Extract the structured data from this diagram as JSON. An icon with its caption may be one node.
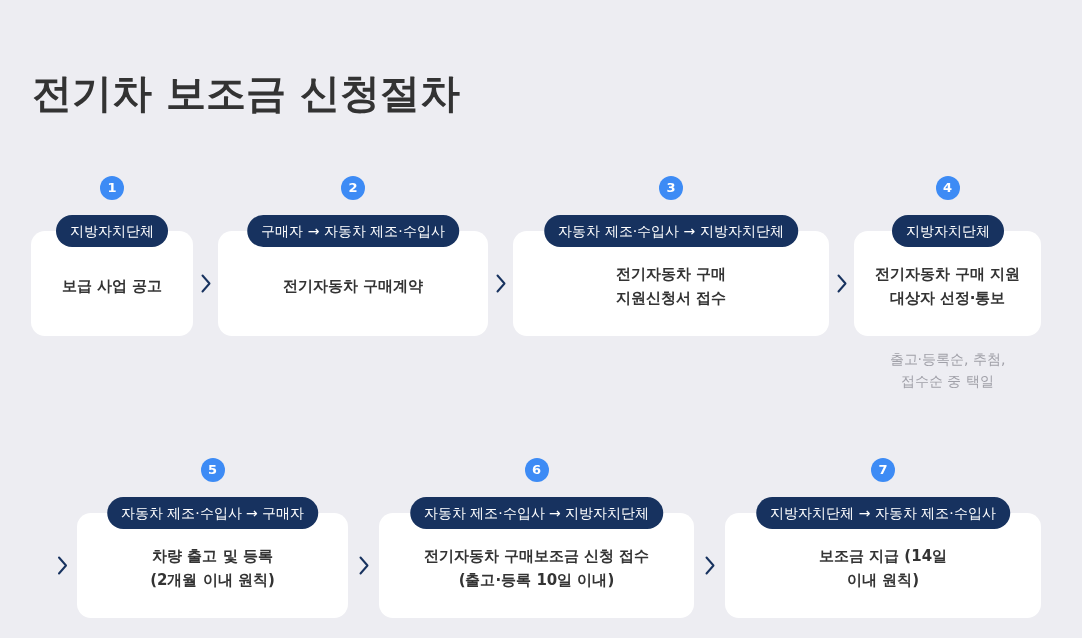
{
  "diagram": {
    "title": "전기차 보조금 신청절차",
    "nodes": [
      {
        "text": [
          "1",
          "지방자치단체",
          "보급 사업 공고"
        ]
      },
      {
        "text": [
          "2",
          "구매자 → 자동차 제조·수입사",
          "전기자동차 구매계약"
        ]
      },
      {
        "text": [
          "3",
          "자동차 제조·수입사 → 지방자치단체",
          "전기자동차 구매 지원신청서 접수"
        ]
      },
      {
        "text": [
          "4",
          "지방자치단체",
          "전기자동차 구매 지원 대상자 선정·통보"
        ],
        "beside": [
          "출고·등록순, 추첨, 접수순 중 택일"
        ]
      },
      {
        "text": [
          "5",
          "자동차 제조·수입사 → 구매자",
          "차량 출고 및 등록 (2개월 이내 원칙)"
        ]
      },
      {
        "text": [
          "6",
          "자동차 제조·수입사 → 지방자치단체",
          "전기자동차 구매보조금 신청 접수 (출고·등록 10일 이내)"
        ]
      },
      {
        "text": [
          "7",
          "지방자치단체 → 자동차 제조·수입사",
          "보조금 지급 (14일 이내 원칙)"
        ]
      }
    ],
    "edges": [
      {
        "from": 0,
        "to": 1,
        "arrow": "to"
      },
      {
        "from": 1,
        "to": 2,
        "arrow": "to"
      },
      {
        "from": 2,
        "to": 3,
        "arrow": "to"
      },
      {
        "from": null,
        "to": 4,
        "arrow": "to"
      },
      {
        "from": 4,
        "to": 5,
        "arrow": "to"
      },
      {
        "from": 5,
        "to": 6,
        "arrow": "to"
      }
    ]
  }
}
